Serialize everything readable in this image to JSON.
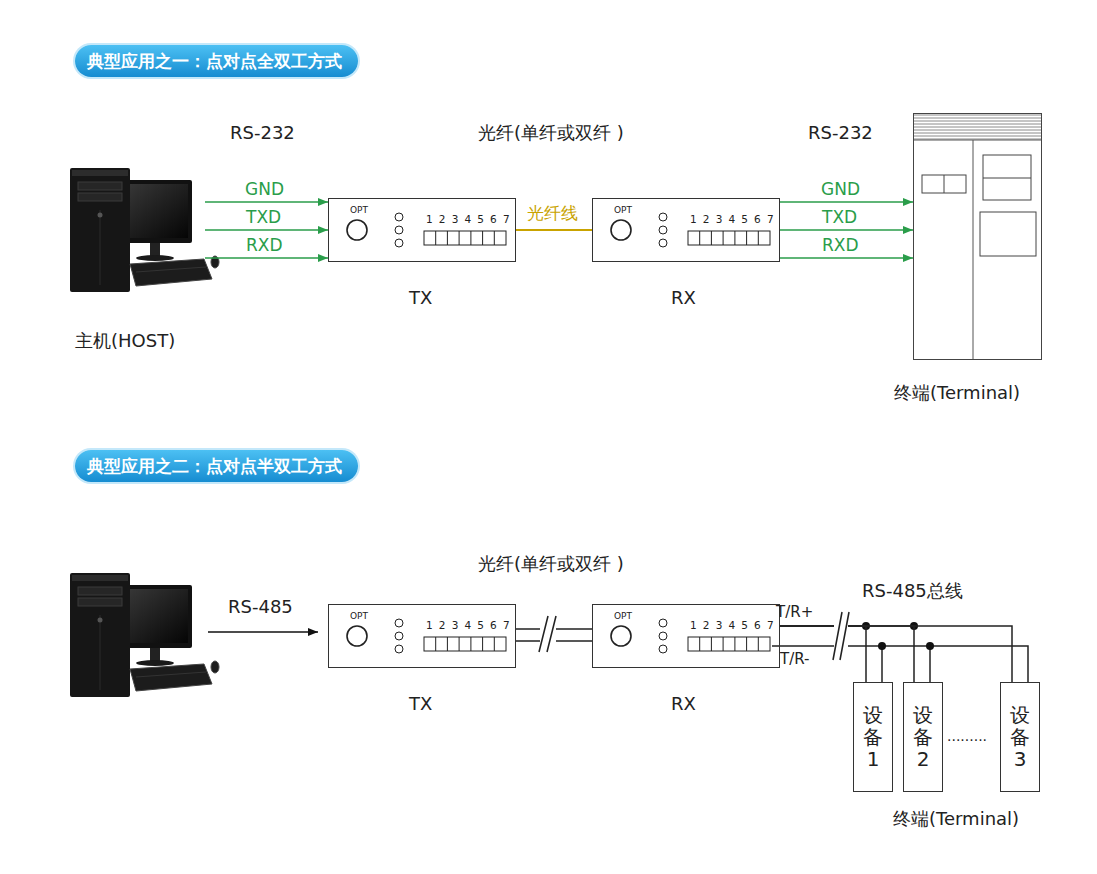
{
  "diagram": {
    "nodes": [
      {
        "text": [
          "典型应用之一：点对点全双工方式"
        ]
      },
      {
        "text": [
          "主机(HOST)"
        ]
      },
      {
        "text": [
          "OPT",
          "1 2 3 4 5 6 7",
          "TX"
        ]
      },
      {
        "text": [
          "OPT",
          "1 2 3 4 5 6 7",
          "RX"
        ]
      },
      {
        "text": [
          "终端(Terminal)"
        ]
      },
      {
        "text": [
          "典型应用之二：点对点半双工方式"
        ]
      },
      {
        "text": [
          "OPT",
          "1 2 3 4 5 6 7",
          "TX"
        ]
      },
      {
        "text": [
          "OPT",
          "1 2 3 4 5 6 7",
          "RX"
        ]
      },
      {
        "text": [
          "设备1"
        ]
      },
      {
        "text": [
          "设备2"
        ]
      },
      {
        "text": [
          "设备3"
        ]
      }
    ],
    "edges": [
      {
        "from": 1,
        "to": 2,
        "arrow": "to",
        "label": "GND"
      },
      {
        "from": 1,
        "to": 2,
        "arrow": "to",
        "label": "TXD"
      },
      {
        "from": 1,
        "to": 2,
        "arrow": "to",
        "label": "RXD"
      },
      {
        "from": 2,
        "to": 3,
        "arrow": "none",
        "label": "光纤线"
      },
      {
        "from": 3,
        "to": 4,
        "arrow": "to",
        "label": "GND"
      },
      {
        "from": 3,
        "to": 4,
        "arrow": "to",
        "label": "TXD"
      },
      {
        "from": 3,
        "to": 4,
        "arrow": "to",
        "label": "RXD"
      },
      {
        "from": 6,
        "to": 7,
        "arrow": "none"
      },
      {
        "from": 7,
        "to": 8,
        "arrow": "none"
      },
      {
        "from": 7,
        "to": 9,
        "arrow": "none"
      },
      {
        "from": 7,
        "to": 10,
        "arrow": "none"
      }
    ],
    "labels": [
      "RS-232",
      "光纤(单纤或双纤 )",
      "RS-232",
      "光纤(单纤或双纤 )",
      "RS-485",
      "T/R+",
      "T/R-",
      "RS-485总线",
      ".........",
      "终端(Terminal)"
    ]
  }
}
